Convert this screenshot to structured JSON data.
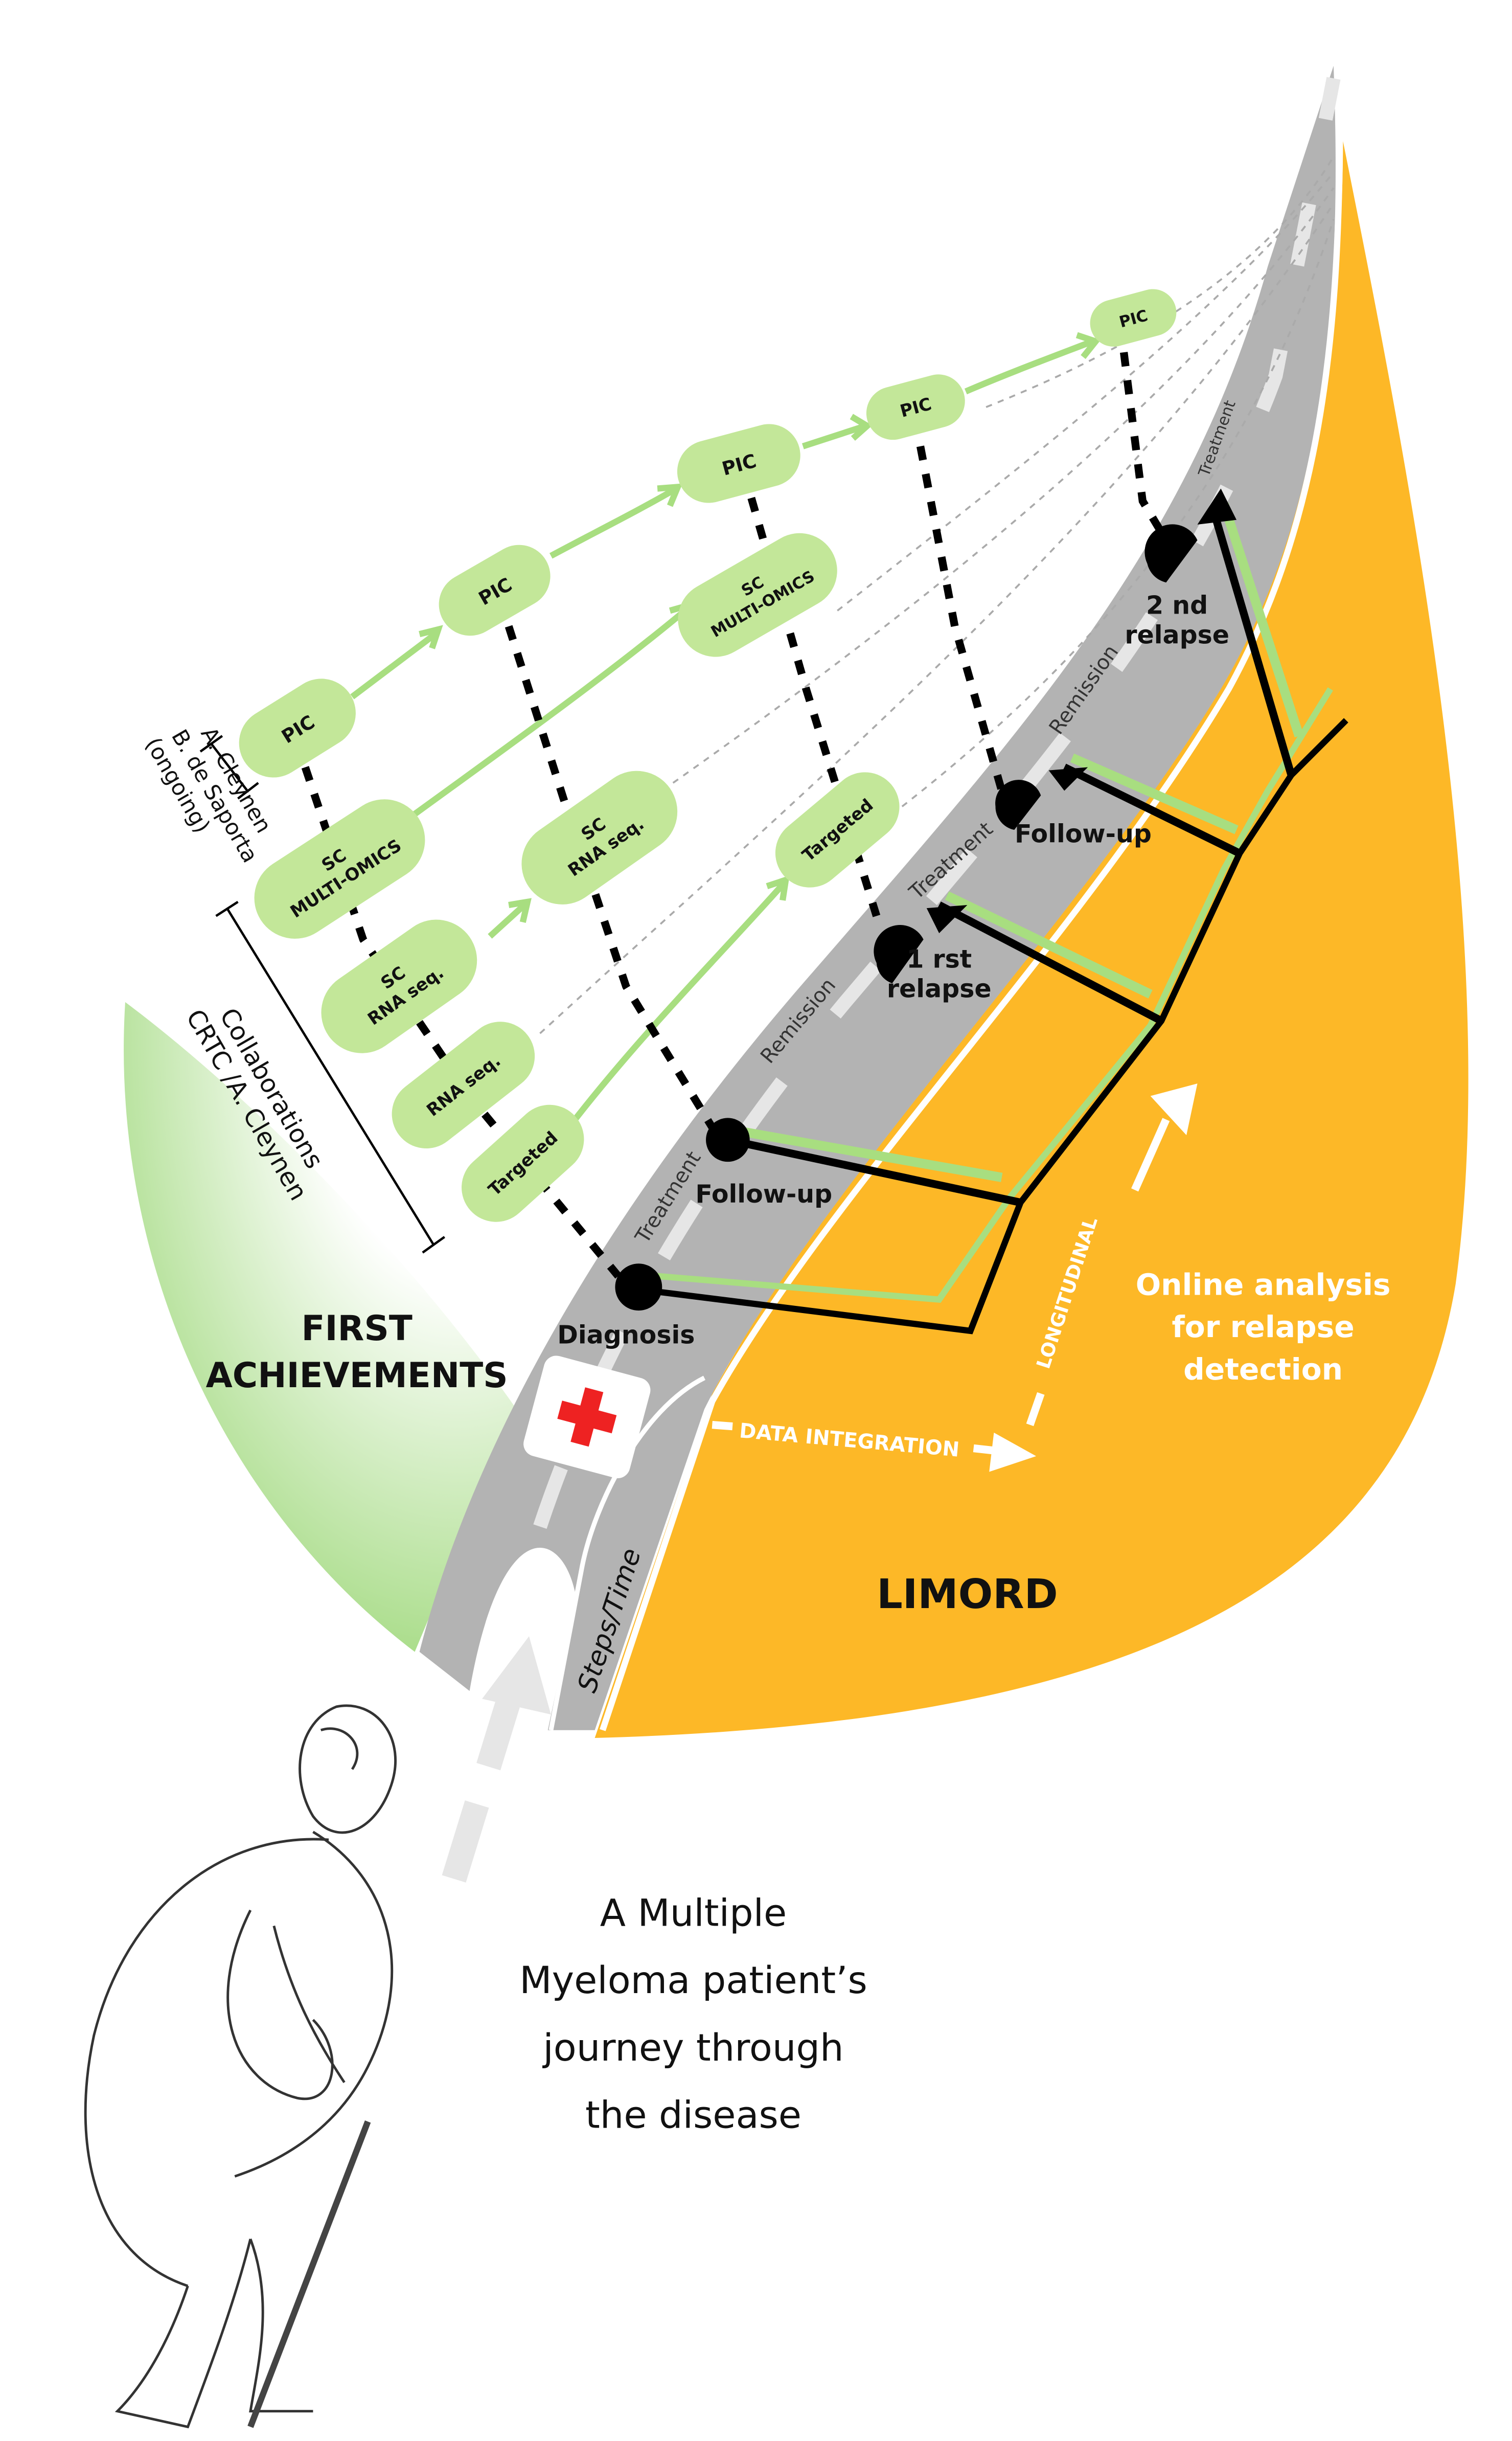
{
  "colors": {
    "orange": "#FDB827",
    "green_pill": "#C3E799",
    "green_arrow": "#A8DE80",
    "road": "#B3B3B3",
    "road_dash": "#E6E6E6",
    "black": "#000000"
  },
  "left_zone": {
    "title_line1": "FIRST",
    "title_line2": "ACHIEVEMENTS"
  },
  "right_zone": {
    "title": "LIMORD",
    "online_line1": "Online analysis",
    "online_line2": "for relapse",
    "online_line3": "detection",
    "data_integration": "DATA INTEGRATION",
    "longitudinal": "LONGITUDINAL"
  },
  "road": {
    "steps_label": "Steps/Time",
    "phases": [
      "Treatment",
      "Remission",
      "Treatment",
      "Remission",
      "Treatment"
    ],
    "icon": "red-cross-icon"
  },
  "milestones": [
    {
      "label1": "Diagnosis",
      "label2": ""
    },
    {
      "label1": "Follow-up",
      "label2": ""
    },
    {
      "label1": "1 rst",
      "label2": "relapse"
    },
    {
      "label1": "Follow-up",
      "label2": ""
    },
    {
      "label1": "2 nd",
      "label2": "relapse"
    }
  ],
  "pills": {
    "pic": [
      "PIC",
      "PIC",
      "PIC",
      "PIC",
      "PIC"
    ],
    "sc_multiomics_1": {
      "l1": "SC",
      "l2": "MULTI-OMICS"
    },
    "sc_rnaseq_1": {
      "l1": "SC",
      "l2": "RNA seq."
    },
    "rnaseq": "RNA seq.",
    "targeted_1": "Targeted",
    "sc_rnaseq_2": {
      "l1": "SC",
      "l2": "RNA seq."
    },
    "sc_multiomics_2": {
      "l1": "SC",
      "l2": "MULTI-OMICS"
    },
    "targeted_2": "Targeted"
  },
  "brackets": {
    "top": {
      "l1": "A. Cleynen",
      "l2": "B. de Saporta",
      "l3": "(ongoing)"
    },
    "bottom": {
      "l1": "Collaborations",
      "l2": "CRTC /A. Cleynen"
    }
  },
  "caption": {
    "l1": "A Multiple",
    "l2": "Myeloma patient’s",
    "l3": "journey through",
    "l4": "the disease"
  }
}
